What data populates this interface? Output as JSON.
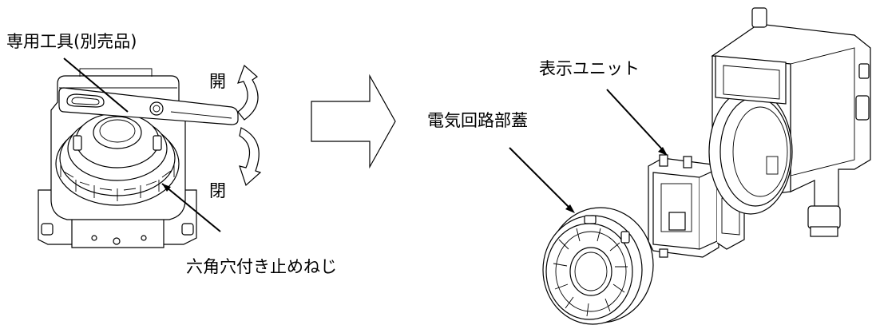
{
  "labels": {
    "tool": "専用工具(別売品)",
    "open": "開",
    "close": "閉",
    "setscrew": "六角穴付き止めねじ",
    "display_unit": "表示ユニット",
    "cover": "電気回路部蓋"
  }
}
